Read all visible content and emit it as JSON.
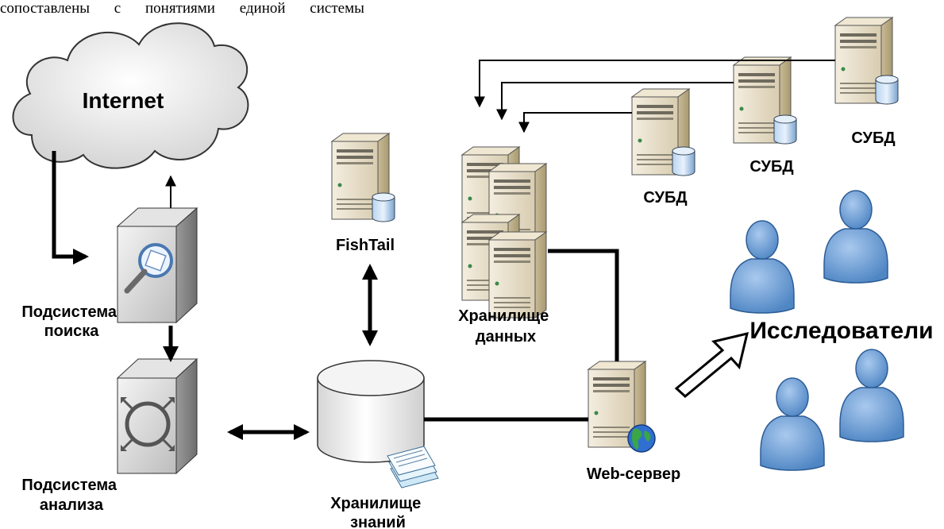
{
  "caption": "сопоставлены с понятиями единой системы",
  "nodes": {
    "internet": "Internet",
    "search": [
      "Подсистема",
      "поиска"
    ],
    "analysis": [
      "Подсистема",
      "анализа"
    ],
    "fishtail": "FishTail",
    "knowledge_store": [
      "Хранилище",
      "знаний"
    ],
    "data_store": [
      "Хранилище",
      "данных"
    ],
    "web_server": "Web-сервер",
    "dbms_1": "СУБД",
    "dbms_2": "СУБД",
    "dbms_3": "СУБД",
    "researchers": "Исследователи"
  },
  "icons": [
    "cloud-icon",
    "search-server-icon",
    "analysis-server-icon",
    "db-server-icon",
    "database-icon",
    "document-stack-icon",
    "globe-icon",
    "person-icon",
    "hollow-arrow-icon"
  ]
}
